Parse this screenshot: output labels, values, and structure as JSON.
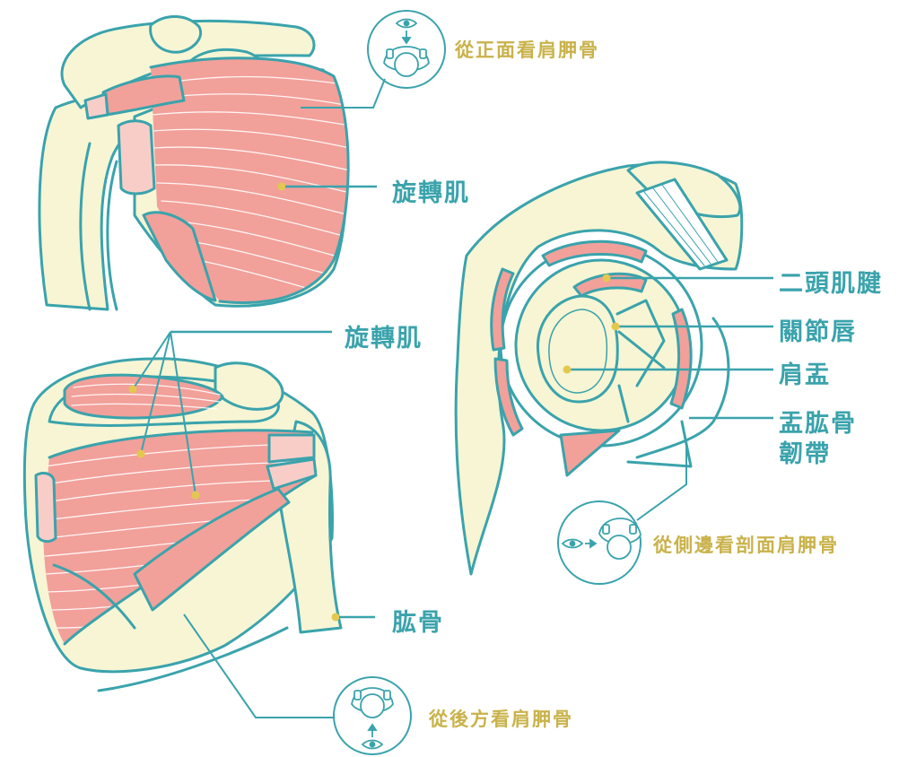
{
  "labels": {
    "front_view": "從正面看肩胛骨",
    "rotator_cuff_front": "旋轉肌",
    "rotator_cuff_back": "旋轉肌",
    "humerus": "肱骨",
    "back_view": "從後方看肩胛骨",
    "biceps_tendon": "二頭肌腱",
    "labrum": "關節唇",
    "glenoid": "肩盂",
    "ligament_line1": "盂肱骨",
    "ligament_line2": "韌帶",
    "side_view": "從側邊看剖面肩胛骨"
  },
  "colors": {
    "bone": "#f7f5d4",
    "outline": "#3aa3ac",
    "muscle": "#f2a09a",
    "muscle_light": "#f8cdc8",
    "dot": "#e3c84f",
    "label_teal": "#3aa3ac",
    "label_gold": "#c9b24a"
  },
  "icons": [
    "eye-icon",
    "head-top-icon",
    "arrow-icon"
  ]
}
